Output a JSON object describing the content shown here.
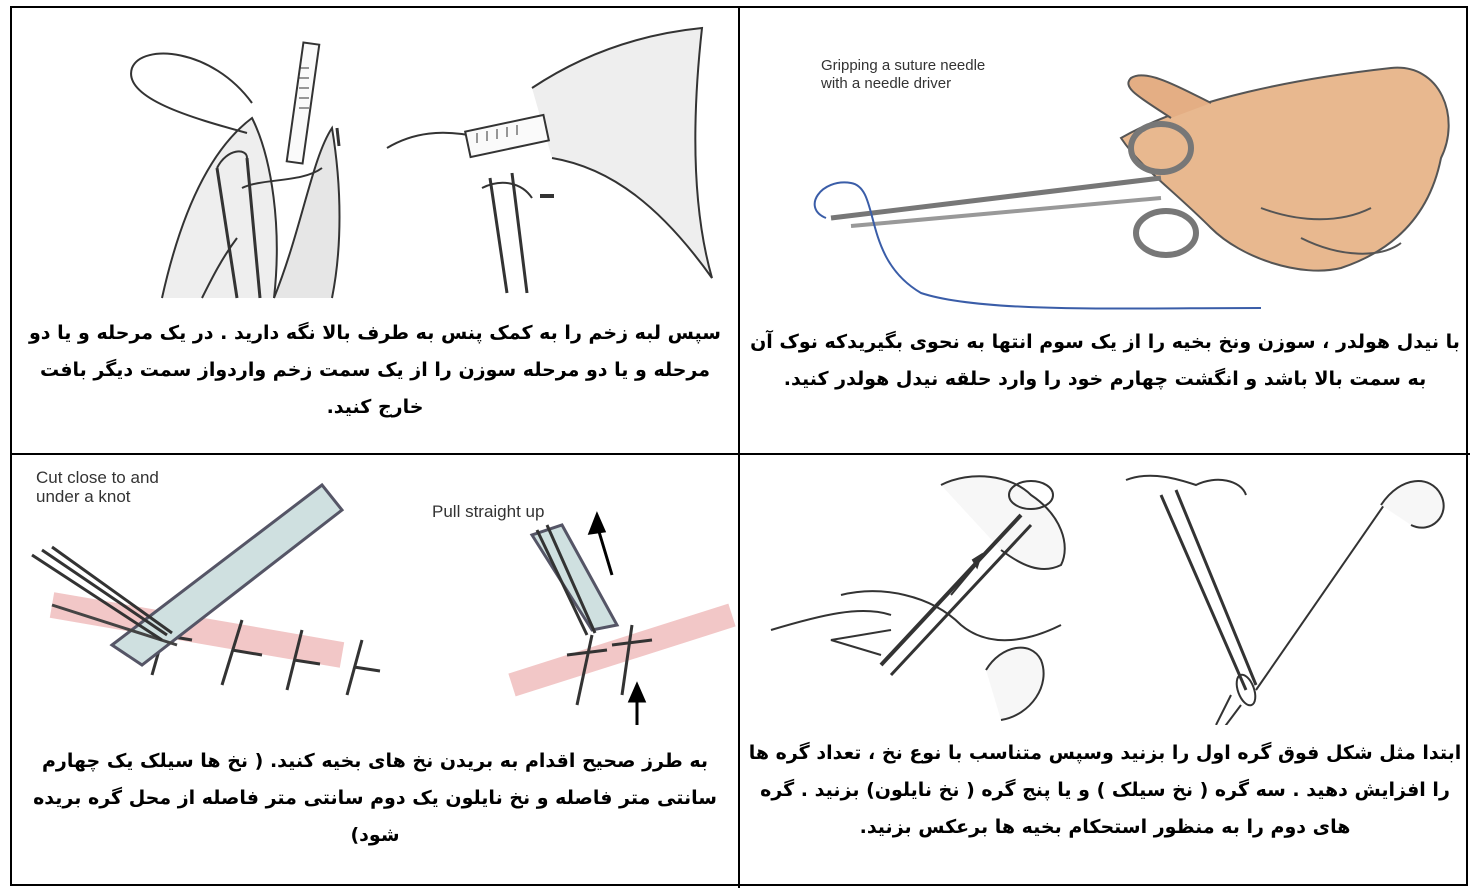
{
  "panels": {
    "top_left": {
      "caption": "سپس لبه زخم را به کمک پنس به طرف بالا نگه دارید . در یک مرحله و یا دو مرحله و یا دو مرحله سوزن را از یک سمت زخم واردواز سمت دیگر بافت خارج کنید."
    },
    "top_right": {
      "image_label_line1": "Gripping a suture needle",
      "image_label_line2": "with a needle driver",
      "caption": "با نیدل هولدر ، سوزن ونخ بخیه را از یک سوم انتها  به نحوی بگیریدکه نوک آن به سمت بالا باشد و انگشت چهارم خود را وارد حلقه نیدل هولدر کنید."
    },
    "bottom_left": {
      "image_label_line1": "Cut close to and",
      "image_label_line2": "under a knot",
      "image_label_right": "Pull straight up",
      "caption": "به طرز صحیح اقدام به بریدن نخ های بخیه کنید. ( نخ ها سیلک یک چهارم سانتی متر فاصله و نخ نایلون یک دوم سانتی متر فاصله از محل گره بریده شود)"
    },
    "bottom_right": {
      "caption": "ابتدا مثل شکل فوق گره اول را بزنید وسپس متناسب با نوع نخ ، تعداد گره ها را  افزایش دهید . سه گره ( نخ سیلک ) و یا پنج گره ( نخ نایلون) بزنید . گره های دوم را به منظور استحکام بخیه ها برعکس بزنید."
    }
  }
}
